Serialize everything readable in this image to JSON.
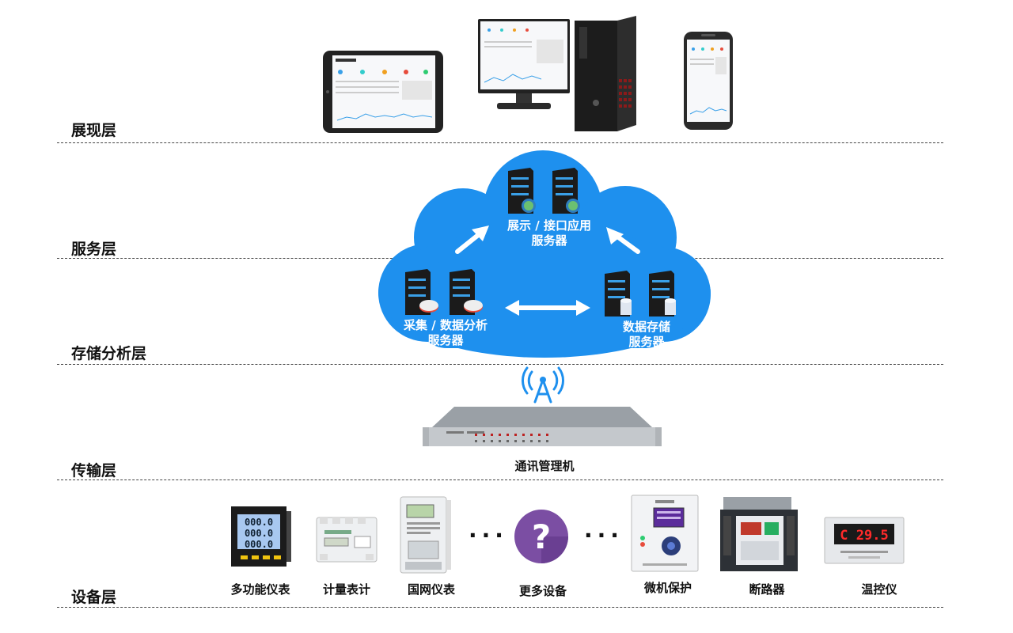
{
  "layers": {
    "display": "展现层",
    "service": "服务层",
    "storage": "存储分析层",
    "transport": "传输层",
    "device": "设备层"
  },
  "cloud": {
    "interface_server_line1": "展示 / 接口应用",
    "interface_server_line2": "服务器",
    "collect_server_line1": "采集 / 数据分析",
    "collect_server_line2": "服务器",
    "storage_server_line1": "数据存储",
    "storage_server_line2": "服务器"
  },
  "transport": {
    "comm_manager": "通讯管理机"
  },
  "devices": {
    "multi_meter": "多功能仪表",
    "metering_meter": "计量表计",
    "grid_meter": "国网仪表",
    "more_devices": "更多设备",
    "micro_protection": "微机保护",
    "breaker": "断路器",
    "temp_controller": "温控仪"
  },
  "device_readouts": {
    "temp_display": "C 29.5",
    "multi_meter_digits": "000.0"
  },
  "colors": {
    "cloud": "#1e90ee",
    "question": "#7b4ea3",
    "antenna": "#1e90ee"
  }
}
